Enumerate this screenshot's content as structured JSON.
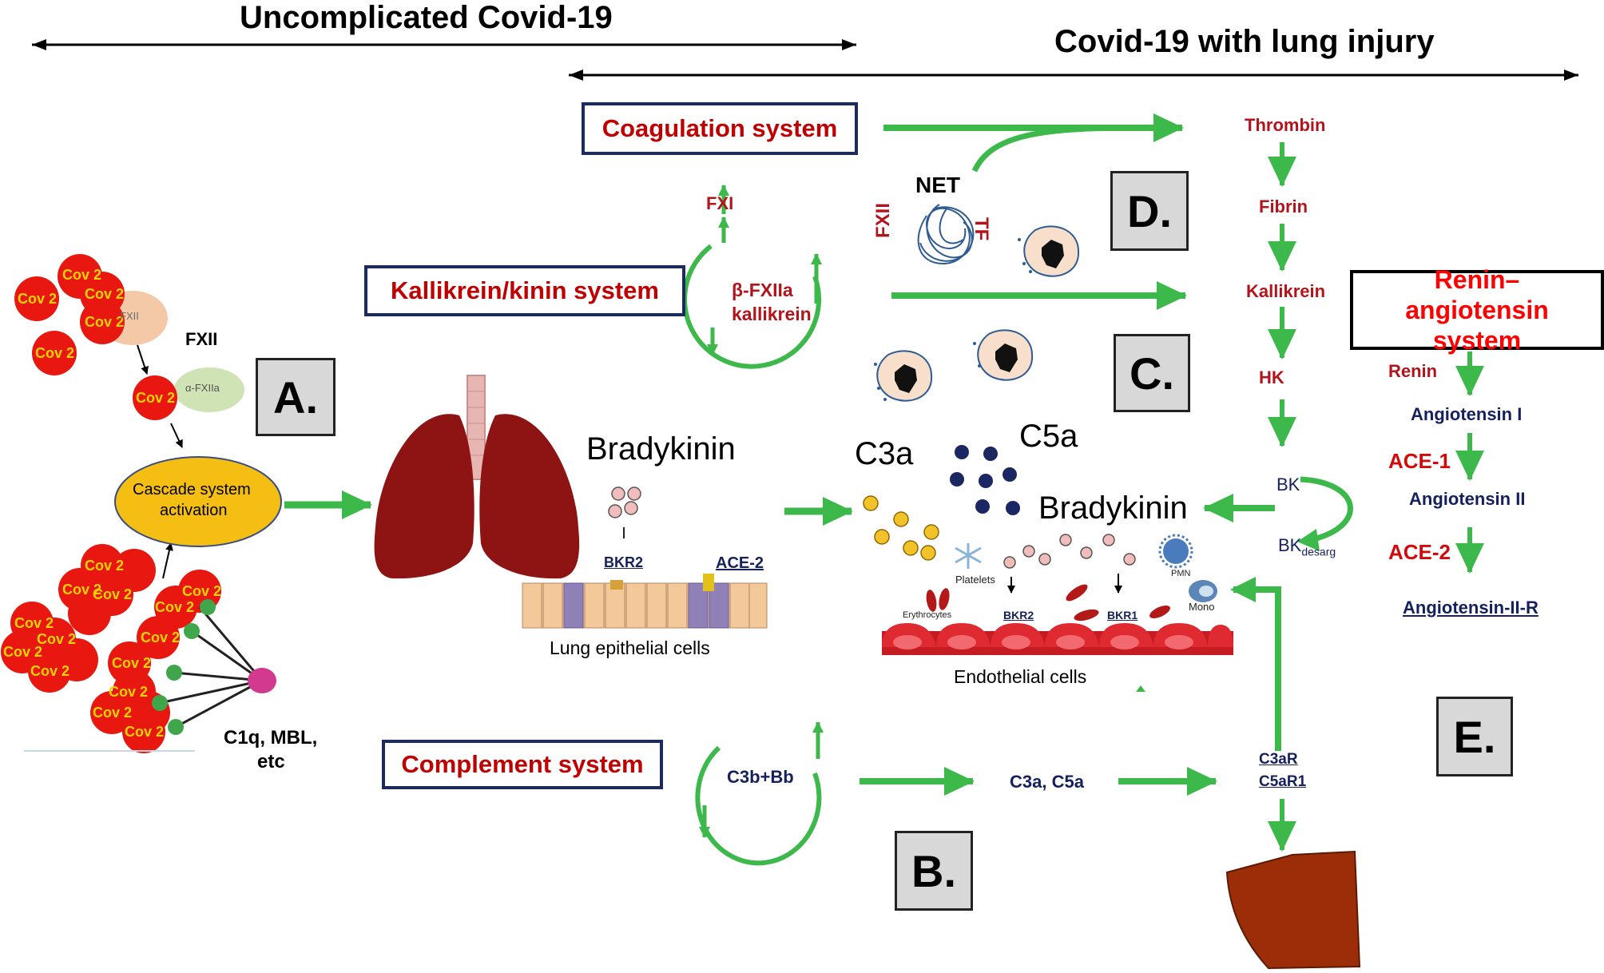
{
  "headers": {
    "uncomplicated": "Uncomplicated Covid-19",
    "lung_injury": "Covid-19 with lung injury"
  },
  "systems": {
    "coagulation": "Coagulation system",
    "kallikrein_kinin": "Kallikrein/kinin system",
    "complement": "Complement system",
    "renin_angiotensin": "Renin–angiotensin system"
  },
  "panels": {
    "a": "A.",
    "b": "B.",
    "c": "C.",
    "d": "D.",
    "e": "E."
  },
  "left": {
    "virus_label": "Cov 2",
    "fxii": "FXII",
    "fxii_small": "FXII",
    "alpha_fxiia": "α-FXIIa",
    "cascade_line1": "Cascade system",
    "cascade_line2": "activation",
    "c1q_line1": "C1q, MBL,",
    "c1q_line2": "etc"
  },
  "middle": {
    "fxi": "FXI",
    "beta_fxiia_line1": "β-FXIIa",
    "beta_fxiia_line2": "kallikrein",
    "bradykinin": "Bradykinin",
    "bkr2": "BKR2",
    "ace2": "ACE-2",
    "lung_epithelial": "Lung epithelial cells",
    "c3b_bb": "C3b+Bb"
  },
  "center": {
    "net": "NET",
    "fxii": "FXII",
    "tf": "TF",
    "c3a": "C3a",
    "c5a": "C5a",
    "bradykinin": "Bradykinin",
    "platelets": "Platelets",
    "erythrocytes": "Erythrocytes",
    "bkr2": "BKR2",
    "bkr1": "BKR1",
    "pmn": "PMN",
    "mono": "Mono",
    "endothelial": "Endothelial cells",
    "c3a_c5a": "C3a, C5a"
  },
  "cascade": {
    "thrombin": "Thrombin",
    "fibrin": "Fibrin",
    "kallikrein": "Kallikrein",
    "hk": "HK",
    "bk": "BK",
    "bk_desarg_main": "BK",
    "bk_desarg_sub": "desarg",
    "c3ar": "C3aR",
    "c5ar1": "C5aR1"
  },
  "ras": {
    "renin": "Renin",
    "angiotensin_i": "Angiotensin I",
    "ace1": "ACE-1",
    "angiotensin_ii": "Angiotensin II",
    "ace2": "ACE-2",
    "angiotensin_ii_r": "Angiotensin-II-R"
  },
  "colors": {
    "arrow_green": "#3cb94a",
    "label_red": "#b3141c",
    "label_navy": "#14215c",
    "box_border": "#1c2a5c",
    "virus_red": "#e8170f",
    "virus_text": "#f2d300",
    "cascade_ellipse": "#f5be12",
    "lung": "#8e1414",
    "panel_gray": "#d8d8d8",
    "tissue_brown": "#9b2d08"
  }
}
